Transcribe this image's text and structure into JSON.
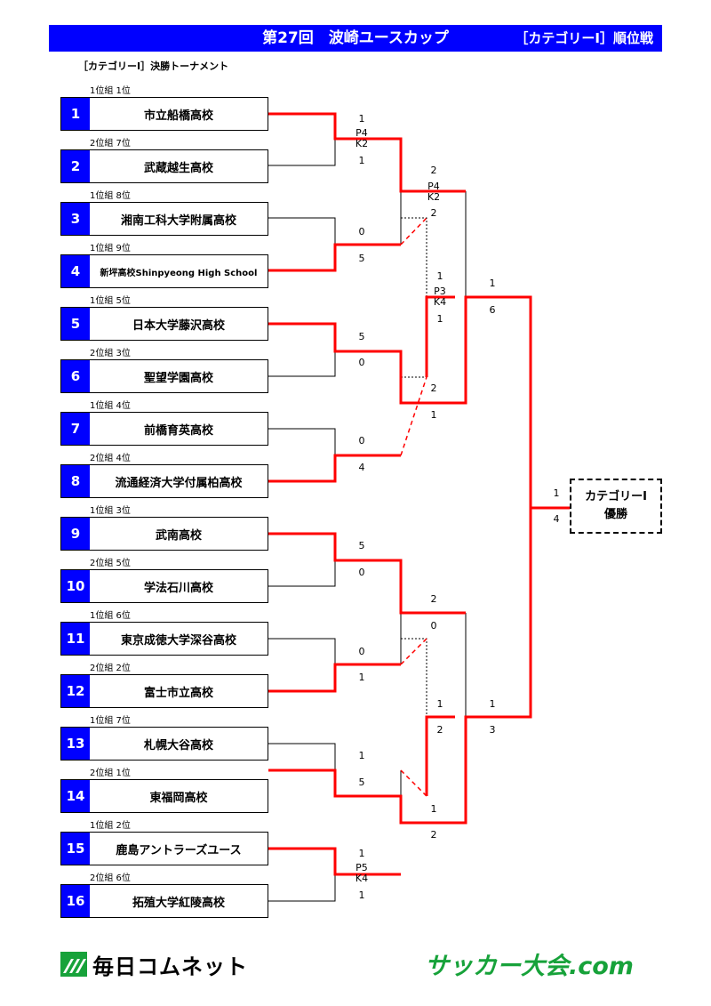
{
  "header": {
    "title": "第27回　波崎ユースカップ",
    "category": "［カテゴリーⅠ］順位戦"
  },
  "subtitle": "［カテゴリーⅠ］決勝トーナメント",
  "teams": [
    {
      "seed": "1",
      "qual": "1位組 1位",
      "name": "市立船橋高校"
    },
    {
      "seed": "2",
      "qual": "2位組 7位",
      "name": "武蔵越生高校"
    },
    {
      "seed": "3",
      "qual": "1位組 8位",
      "name": "湘南工科大学附属高校"
    },
    {
      "seed": "4",
      "qual": "1位組 9位",
      "name": "新坪高校Shinpyeong High School"
    },
    {
      "seed": "5",
      "qual": "1位組 5位",
      "name": "日本大学藤沢高校"
    },
    {
      "seed": "6",
      "qual": "2位組 3位",
      "name": "聖望学園高校"
    },
    {
      "seed": "7",
      "qual": "1位組 4位",
      "name": "前橋育英高校"
    },
    {
      "seed": "8",
      "qual": "2位組 4位",
      "name": "流通経済大学付属柏高校"
    },
    {
      "seed": "9",
      "qual": "1位組 3位",
      "name": "武南高校"
    },
    {
      "seed": "10",
      "qual": "2位組 5位",
      "name": "学法石川高校"
    },
    {
      "seed": "11",
      "qual": "1位組 6位",
      "name": "東京成徳大学深谷高校"
    },
    {
      "seed": "12",
      "qual": "2位組 2位",
      "name": "富士市立高校"
    },
    {
      "seed": "13",
      "qual": "1位組 7位",
      "name": "札幌大谷高校"
    },
    {
      "seed": "14",
      "qual": "2位組 1位",
      "name": "東福岡高校"
    },
    {
      "seed": "15",
      "qual": "1位組 2位",
      "name": "鹿島アントラーズユース"
    },
    {
      "seed": "16",
      "qual": "2位組 6位",
      "name": "拓殖大学紅陵高校"
    }
  ],
  "scores": {
    "r1_m1": {
      "top": "1",
      "pk_top": "P4",
      "pk_bottom": "K2",
      "bottom": "1"
    },
    "r1_m2": {
      "top": "0",
      "bottom": "5"
    },
    "r1_m3": {
      "top": "5",
      "bottom": "0"
    },
    "r1_m4": {
      "top": "0",
      "bottom": "4"
    },
    "r1_m5": {
      "top": "5",
      "bottom": "0"
    },
    "r1_m6": {
      "top": "0",
      "bottom": "1"
    },
    "r1_m7": {
      "top": "1",
      "bottom": "5"
    },
    "r1_m8": {
      "top": "1",
      "pk_top": "P5",
      "pk_bottom": "K4",
      "bottom": "1"
    },
    "qf_a": {
      "top": "2",
      "pk_top": "P4",
      "pk_bottom": "K2",
      "bottom": "2"
    },
    "qf_b": {
      "top": "1",
      "pk_top": "P3",
      "pk_bottom": "K4",
      "bottom": "1"
    },
    "sf_1": {
      "top": "2",
      "bottom": "1"
    },
    "qf_c": {
      "top": "2",
      "bottom": "0"
    },
    "qf_d": {
      "top": "1",
      "bottom": "2"
    },
    "sf_2": {
      "top": "1",
      "bottom": "2"
    },
    "semi_a": {
      "top": "1",
      "bottom": "6"
    },
    "semi_b": {
      "top": "1",
      "bottom": "3"
    },
    "final": {
      "top": "1",
      "bottom": "4"
    }
  },
  "winner": {
    "line1": "カテゴリーⅠ",
    "line2": "優勝"
  },
  "footer": {
    "left": "毎日コムネット",
    "right": "サッカー大会.com"
  },
  "colors": {
    "header_bg": "#0000ff",
    "winner_line": "#ff0000",
    "logo_green": "#17a23a"
  }
}
